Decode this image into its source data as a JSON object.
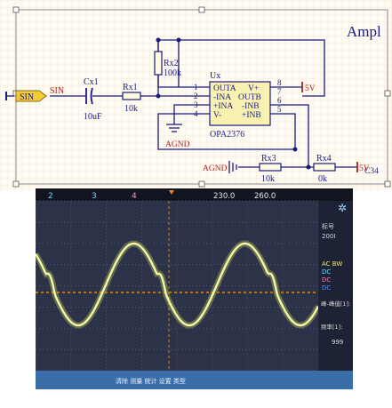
{
  "schematic": {
    "title": "Ampl",
    "port": {
      "label": "SIN",
      "net": "SIN"
    },
    "cx1": {
      "ref": "Cx1",
      "value": "10uF"
    },
    "rx1": {
      "ref": "Rx1",
      "value": "10k"
    },
    "rx2": {
      "ref": "Rx2",
      "value": "100k"
    },
    "rx3": {
      "ref": "Rx3",
      "value": "10k"
    },
    "rx4": {
      "ref": "Rx4",
      "value": "0k"
    },
    "ic": {
      "ref": "Ux",
      "part": "OPA2376",
      "pins_left": [
        {
          "num": "1",
          "name": "OUTA"
        },
        {
          "num": "2",
          "name": "-INA"
        },
        {
          "num": "3",
          "name": "+INA"
        },
        {
          "num": "4",
          "name": "V-"
        }
      ],
      "pins_right": [
        {
          "num": "8",
          "name": "V+"
        },
        {
          "num": "7",
          "name": "OUTB"
        },
        {
          "num": "6",
          "name": "-INB"
        },
        {
          "num": "5",
          "name": "+INB"
        }
      ]
    },
    "power_5v_top": "5V",
    "power_5v_bottom": "5V",
    "agnd_left": "AGND",
    "agnd_bottom": "AGND",
    "cap_ref_partial": "C34"
  },
  "scope": {
    "channel_markers": [
      "2",
      "3",
      "4"
    ],
    "time_readout": "230.0",
    "trigger_readout": "260.0",
    "right_panel": {
      "line1": "标号",
      "line2": "200I",
      "coupling": [
        "AC BW",
        "DC",
        "DC",
        "DC"
      ],
      "meas1": "峰-峰值[1]:",
      "meas2": "频率[1]:",
      "meas3": "999"
    },
    "bottom_bar": "清除 测量 统计 设置 类型",
    "colors": {
      "trace": "#f4f7a8",
      "grid": "#5c6580",
      "background": "#2c3348",
      "trigger_line": "#d89020",
      "top_bar": "#121520",
      "side_panel": "#1d2335"
    }
  }
}
